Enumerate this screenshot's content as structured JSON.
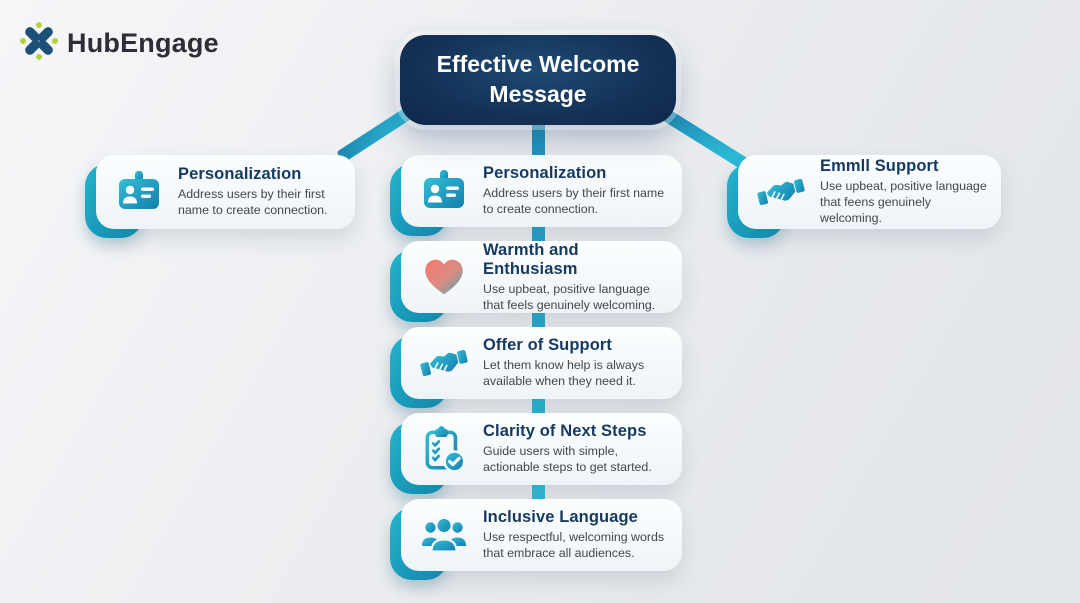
{
  "brand": {
    "name": "HubEngage",
    "icon": "hubengage-logo-icon"
  },
  "header": {
    "title": "Effective Welcome Message"
  },
  "left_card": {
    "title": "Personalization",
    "description": "Address users by their first name to create connection.",
    "icon": "id-badge-icon"
  },
  "right_card": {
    "title": "Emmll Support",
    "description": "Use upbeat, positive language that feens genuinely welcoming.",
    "icon": "handshake-icon"
  },
  "center_cards": [
    {
      "title": "Personalization",
      "description": "Address users by their first name to create connection.",
      "icon": "id-badge-icon"
    },
    {
      "title": "Warmth and Enthusiasm",
      "description": "Use upbeat, positive language that feels genuinely welcoming.",
      "icon": "heart-icon"
    },
    {
      "title": "Offer of Support",
      "description": "Let them know help is always available when they need it.",
      "icon": "handshake-icon"
    },
    {
      "title": "Clarity of Next Steps",
      "description": "Guide users with simple, actionable steps to get started.",
      "icon": "clipboard-check-icon"
    },
    {
      "title": "Inclusive Language",
      "description": "Use respectful, welcoming words that embrace all audiences.",
      "icon": "people-group-icon"
    }
  ],
  "colors": {
    "accent_teal": "#14a8c6",
    "navy_box": "#143155",
    "heading_navy": "#16395f",
    "body_text": "#41474e",
    "logo_navy": "#1c5077",
    "logo_green": "#b4d234",
    "heart_red": "#f4796a",
    "heart_teal": "#4aa9ab",
    "background": "#e9ebee"
  }
}
